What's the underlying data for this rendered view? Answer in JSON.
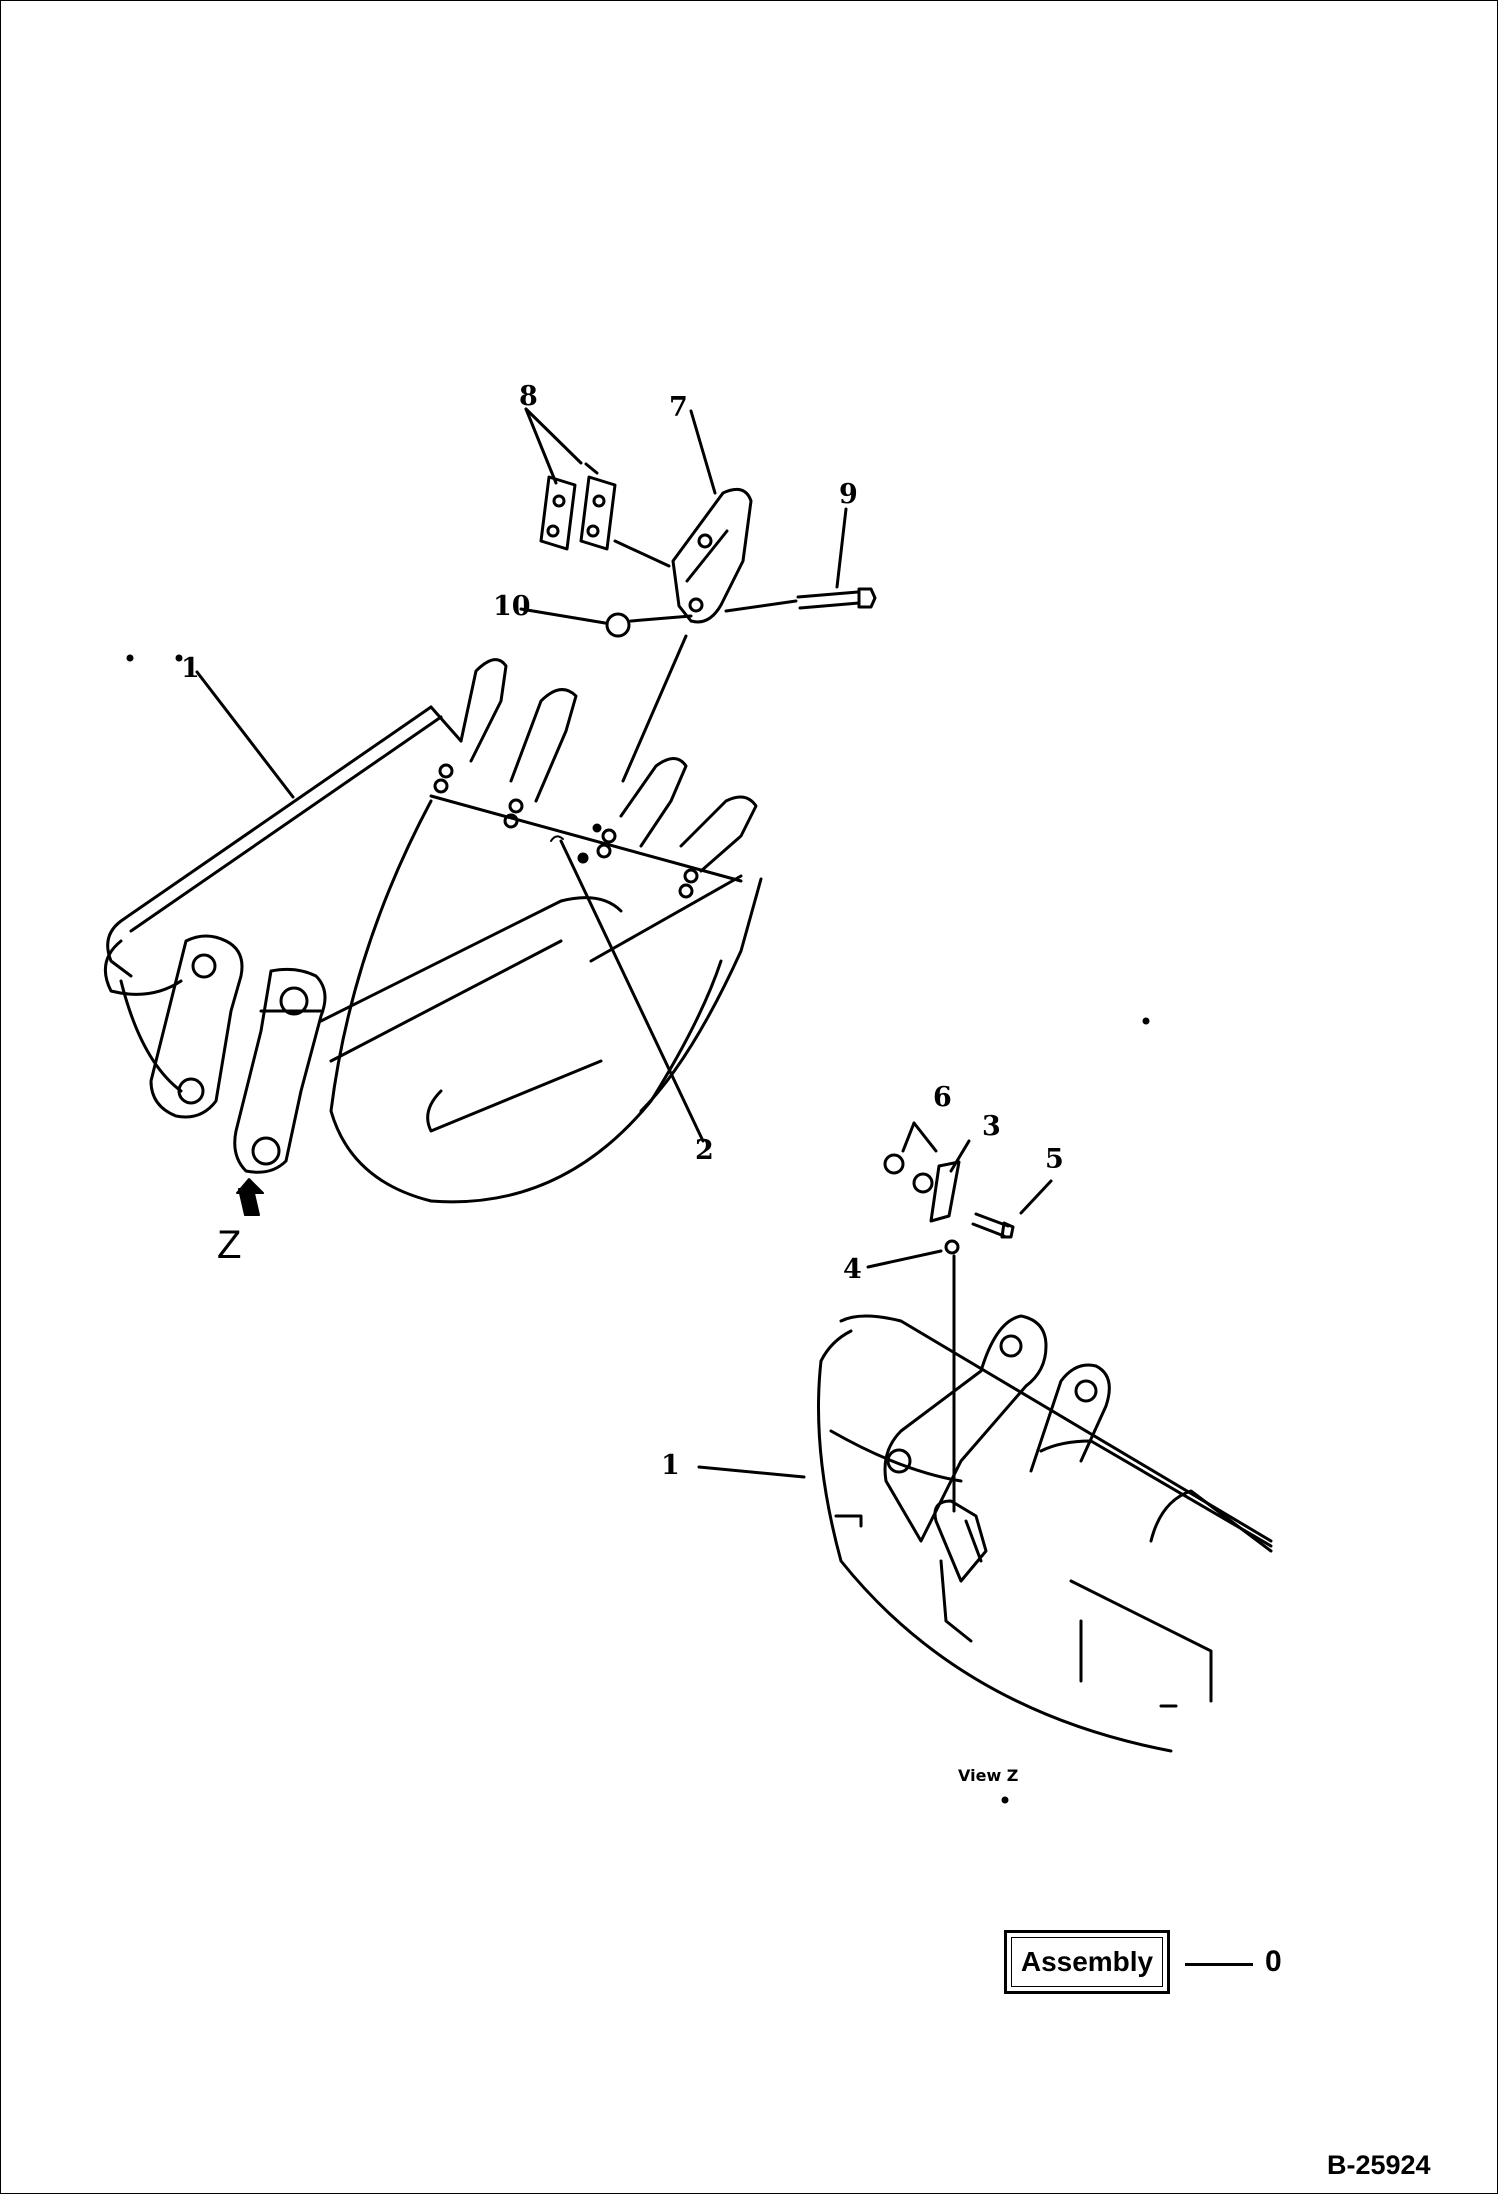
{
  "callouts": [
    {
      "id": "1",
      "label": "1"
    },
    {
      "id": "2",
      "label": "2"
    },
    {
      "id": "3",
      "label": "3"
    },
    {
      "id": "4",
      "label": "4"
    },
    {
      "id": "5",
      "label": "5"
    },
    {
      "id": "6",
      "label": "6"
    },
    {
      "id": "7",
      "label": "7"
    },
    {
      "id": "8",
      "label": "8"
    },
    {
      "id": "9",
      "label": "9"
    },
    {
      "id": "10",
      "label": "10"
    },
    {
      "id": "1b",
      "label": "1"
    }
  ],
  "view_arrow_letter": "Z",
  "view_caption": "View Z",
  "assembly": {
    "label": "Assembly",
    "value": "0"
  },
  "drawing_number": "B-25924"
}
